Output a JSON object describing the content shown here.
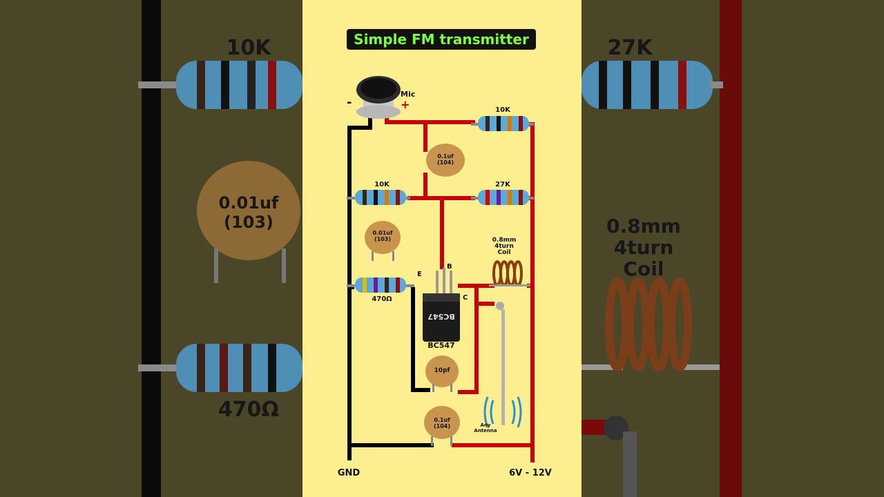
{
  "title": "Simple FM transmitter",
  "background_labels": {
    "left_resistor_top": "10K",
    "left_capacitor": "0.01uf\n(103)",
    "left_resistor_bottom": "470Ω",
    "right_resistor_top": "27K",
    "right_coil": "0.8mm\n4turn\nCoil"
  },
  "components": {
    "mic_label": "Mic",
    "mic_minus": "-",
    "mic_plus": "+",
    "r1_label": "10K",
    "r2_label": "10K",
    "r3_label": "27K",
    "r4_label": "470Ω",
    "c1_label": "0.1uf\n(104)",
    "c2_label": "0.01uf\n(103)",
    "c3_label": "10pf",
    "c4_label": "0.1uf\n(104)",
    "coil_label": "0.8mm\n4turn\nCoil",
    "transistor_label": "BC547",
    "transistor_marking": "BC547",
    "pin_e": "E",
    "pin_b": "B",
    "pin_c": "C",
    "antenna_label": "Any\nAntenna"
  },
  "rails": {
    "gnd_label": "GND",
    "vcc_label": "6V - 12V"
  },
  "colors": {
    "panel_bg": "#fdef8f",
    "title_text": "#7cff3c",
    "wire_positive": "#c8000a",
    "wire_ground": "#000000",
    "capacitor": "#c9944e",
    "resistor_body": "#5aa9d9"
  }
}
